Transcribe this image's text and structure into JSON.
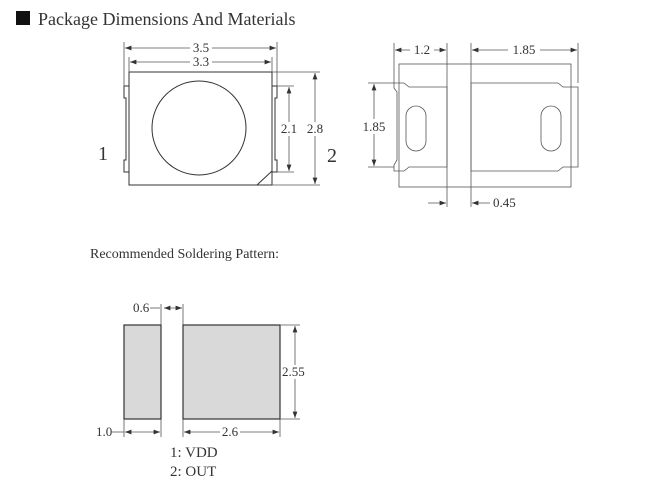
{
  "title": "Package Dimensions And Materials",
  "subtitle": "Recommended Soldering Pattern:",
  "top_view": {
    "width_outer": "3.5",
    "width_inner": "3.3",
    "lead_height": "2.1",
    "height": "2.8",
    "pin1": "1",
    "pin2": "2"
  },
  "bottom_view": {
    "left_pad_width": "1.2",
    "right_pad_width": "1.85",
    "pad_height": "1.85",
    "gap": "0.45"
  },
  "soldering": {
    "gap": "0.6",
    "pad_height": "2.55",
    "left_pad_width": "1.0",
    "right_pad_width": "2.6"
  },
  "pins": [
    "1: VDD",
    "2: OUT"
  ]
}
